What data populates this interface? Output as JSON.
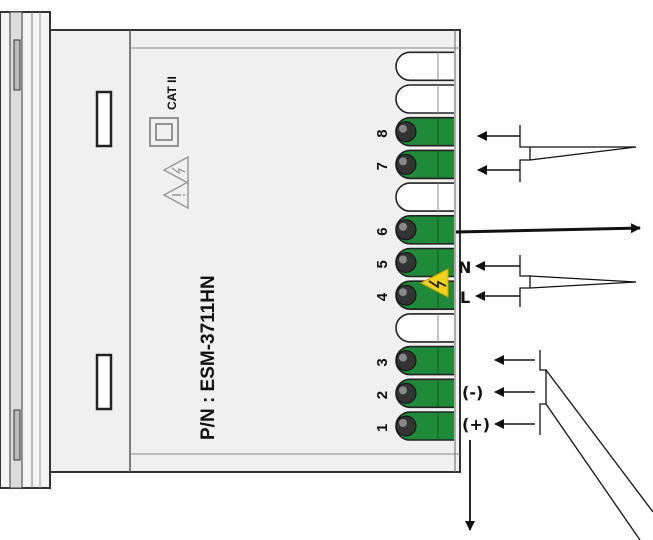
{
  "device": {
    "part_number": "P/N : ESM-3711HN",
    "category_mark": "CAT II"
  },
  "terminals": [
    {
      "number": "1",
      "connected": true
    },
    {
      "number": "2",
      "connected": true
    },
    {
      "number": "3",
      "connected": true
    },
    {
      "number": "",
      "connected": false
    },
    {
      "number": "4",
      "connected": true
    },
    {
      "number": "5",
      "connected": true
    },
    {
      "number": "6",
      "connected": true
    },
    {
      "number": "",
      "connected": false
    },
    {
      "number": "7",
      "connected": true
    },
    {
      "number": "8",
      "connected": true
    },
    {
      "number": "",
      "connected": false
    },
    {
      "number": "",
      "connected": false
    }
  ],
  "wire_labels": {
    "neutral": "N",
    "line": "L",
    "negative": "(-)",
    "positive": "(+)"
  },
  "colors": {
    "terminal_green": "#1f8a3a",
    "warning_yellow": "#f2d21b",
    "line_dark": "#222222",
    "housing_gray": "#e9e9e9"
  }
}
